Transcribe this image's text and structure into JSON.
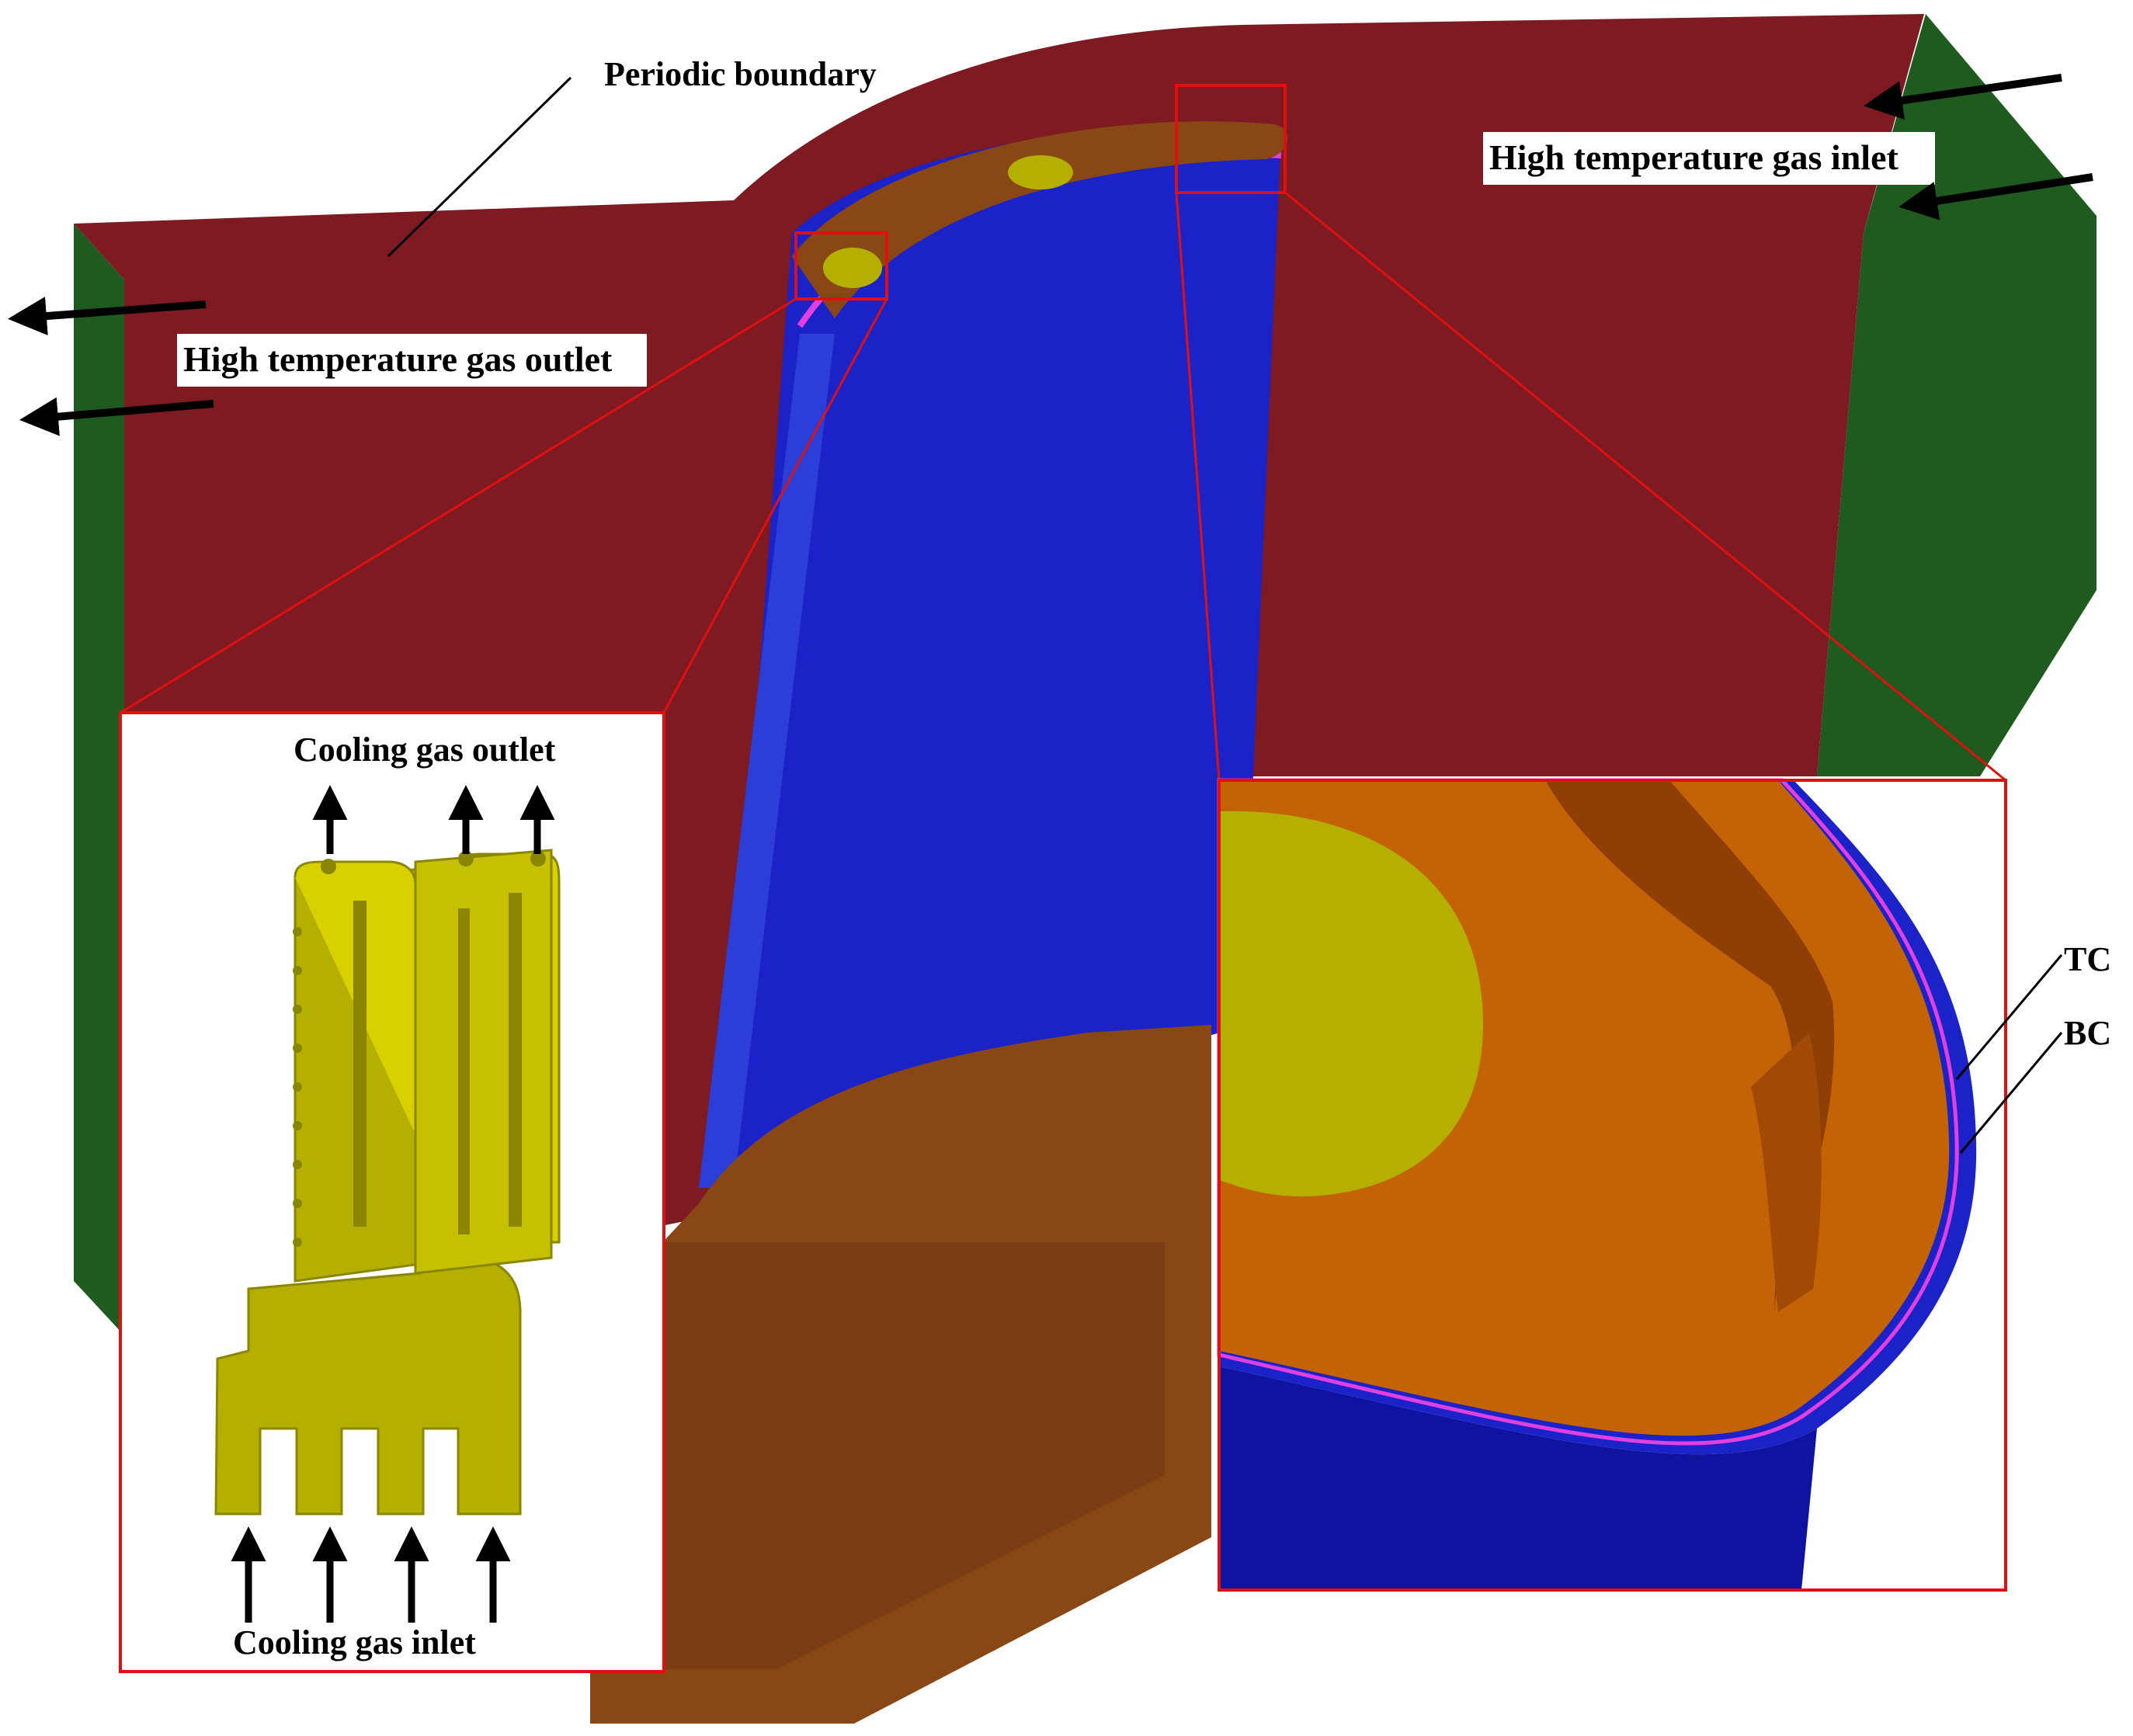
{
  "labels": {
    "periodic_boundary": "Periodic boundary",
    "gas_outlet": "High temperature gas outlet",
    "gas_inlet": "High temperature gas inlet",
    "cooling_outlet": "Cooling gas outlet",
    "cooling_inlet": "Cooling gas inlet",
    "tc": "TC",
    "bc": "BC"
  },
  "colors": {
    "hot_gas_domain": "#7d1a22",
    "periodic_side": "#1f5a1f",
    "blade": "#1a22c8",
    "platform": "#8a4716",
    "endwall_cut": "#c46206",
    "cooling_channel": "#b5b000",
    "channel_shade": "#d9d000",
    "bond_coat": "#e040e0",
    "callout": "#e01010"
  }
}
